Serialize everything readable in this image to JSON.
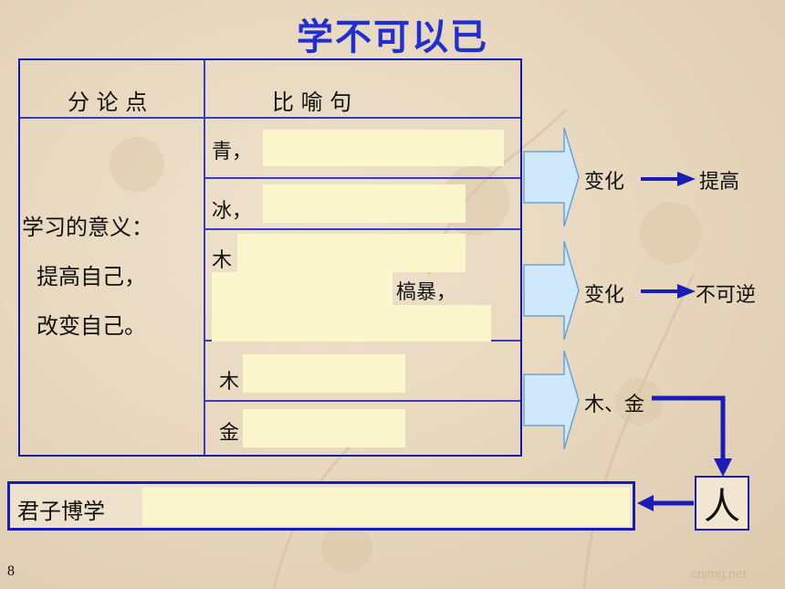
{
  "title": "学不可以已",
  "table": {
    "header_left": "分  论  点",
    "header_right": "比    喻    句",
    "meaning_lines": [
      "学习的意义：",
      "提高自己，",
      "改变自己。"
    ],
    "rows": [
      {
        "text": "青，"
      },
      {
        "text": "冰，"
      },
      {
        "text": "木",
        "extra": "槁暴，"
      },
      {
        "text": "木"
      },
      {
        "text": "金"
      }
    ]
  },
  "arrows": [
    {
      "from": "变化",
      "to": "提高"
    },
    {
      "from": "变化",
      "to": "不可逆"
    },
    {
      "from": "木、金"
    }
  ],
  "person": "人",
  "bottom_label": "君子博学",
  "page_number": "8",
  "watermark": "cnimg.net",
  "colors": {
    "border": "#1515b0",
    "arrow_fill": "#cfe8fb",
    "highlight": "#fbf6cc",
    "title": "#1f2fd0"
  }
}
